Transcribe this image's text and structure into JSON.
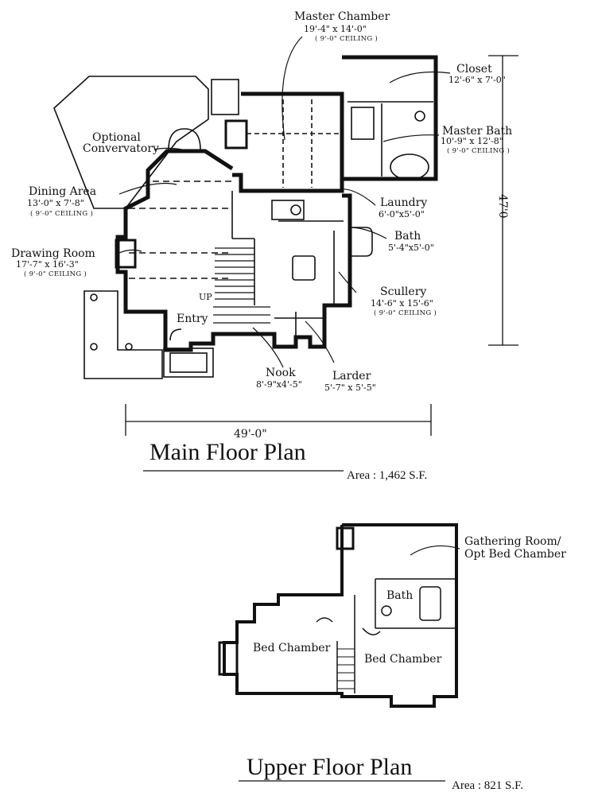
{
  "main": {
    "title": "Main Floor Plan",
    "area": "Area :  1,462 S.F.",
    "width_dim": "49'-0\"",
    "depth_dim": "47'0",
    "rooms": {
      "master_chamber": {
        "name": "Master Chamber",
        "dim": "19'-4\" x 14'-0\"",
        "ceiling": "( 9'-0\" CEILING )"
      },
      "closet": {
        "name": "Closet",
        "dim": "12'-6\" x 7'-0\""
      },
      "master_bath": {
        "name": "Master Bath",
        "dim": "10'-9\" x 12'-8\"",
        "ceiling": "( 9'-0\" CEILING )"
      },
      "optional_conservatory": {
        "name1": "Optional",
        "name2": "Convervatory"
      },
      "dining_area": {
        "name": "Dining Area",
        "dim": "13'-0\" x 7'-8\"",
        "ceiling": "( 9'-0\" CEILING )"
      },
      "drawing_room": {
        "name": "Drawing Room",
        "dim": "17'-7\" x 16'-3\"",
        "ceiling": "( 9'-0\" CEILING )"
      },
      "laundry": {
        "name": "Laundry",
        "dim": "6'-0\"x5'-0\""
      },
      "bath": {
        "name": "Bath",
        "dim": "5'-4\"x5'-0\""
      },
      "scullery": {
        "name": "Scullery",
        "dim": "14'-6\" x 15'-6\"",
        "ceiling": "( 9'-0\" CEILING )"
      },
      "entry": {
        "name": "Entry"
      },
      "up": {
        "name": "UP"
      },
      "nook": {
        "name": "Nook",
        "dim": "8'-9\"x4'-5\""
      },
      "larder": {
        "name": "Larder",
        "dim": "5'-7\" x 5'-5\""
      }
    }
  },
  "upper": {
    "title": "Upper Floor Plan",
    "area": "Area :  821 S.F.",
    "rooms": {
      "gathering_room": {
        "name1": "Gathering Room/",
        "name2": "Opt Bed Chamber"
      },
      "bath": {
        "name": "Bath"
      },
      "bed_chamber_left": {
        "name": "Bed Chamber"
      },
      "bed_chamber_right": {
        "name": "Bed Chamber"
      }
    }
  }
}
